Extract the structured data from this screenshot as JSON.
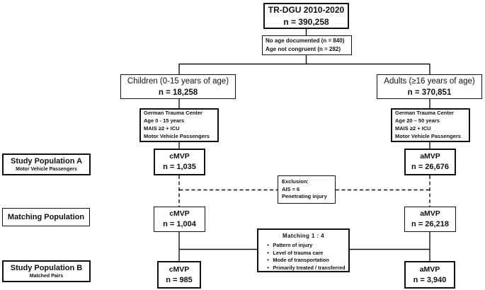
{
  "colors": {
    "ink": "#111111",
    "background": "#ffffff"
  },
  "diagram": {
    "root": {
      "title": "TR-DGU 2010-2020",
      "n": "n = 390,258"
    },
    "age_exclusion": {
      "line1": "No age documented  (n = 840)",
      "line2": "Age not congruent  (n = 282)"
    },
    "children": {
      "title": "Children  (0-15 years of age)",
      "n": "n = 18,258"
    },
    "adults": {
      "title": "Adults (≥16 years of age)",
      "n": "n = 370,851"
    },
    "criteria_children": {
      "line1": "German Trauma Center",
      "line2": "Age 0 - 15 years",
      "line3": "MAIS ≥2 + ICU",
      "line4": "Motor Vehicle Passengers"
    },
    "criteria_adults": {
      "line1": "German Trauma Center",
      "line2": "Age 20 – 50 years",
      "line3": "MAIS ≥2 + ICU",
      "line4": "Motor Vehicle Passengers"
    },
    "study_a": {
      "label": "Study Population A",
      "sublabel": "Motor Vehicle Passengers",
      "cmvp": {
        "title": "cMVP",
        "n": "n = 1,035"
      },
      "amvp": {
        "title": "aMVP",
        "n": "n = 26,676"
      }
    },
    "exclusion": {
      "title": "Exclusion:",
      "line1": "AIS = 6",
      "line2": "Penetrating injury"
    },
    "matching": {
      "label": "Matching Population",
      "cmvp": {
        "title": "cMVP",
        "n": "n = 1,004"
      },
      "amvp": {
        "title": "aMVP",
        "n": "n = 26,218"
      }
    },
    "matching_criteria": {
      "title": "Matching  1 : 4",
      "bullets": [
        "Pattern of injury",
        "Level of trauma care",
        "Mode of transportation",
        "Primarily treated / transferred"
      ]
    },
    "study_b": {
      "label": "Study Population B",
      "sublabel": "Matched Pairs",
      "cmvp": {
        "title": "cMVP",
        "n": "n = 985"
      },
      "amvp": {
        "title": "aMVP",
        "n": "n = 3,940"
      }
    }
  }
}
